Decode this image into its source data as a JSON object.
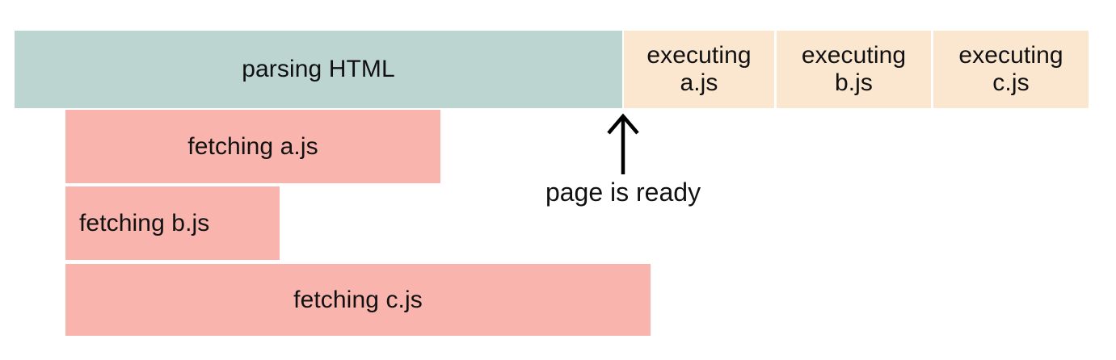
{
  "diagram": {
    "title_text": "",
    "colors": {
      "parsing": "#bcd5d0",
      "executing": "#fbe6d0",
      "fetching": "#f8b4ad",
      "text": "#111111",
      "background": "#ffffff",
      "arrow": "#000000"
    },
    "main_track": {
      "parsing_label": "parsing HTML",
      "executing_segments": [
        {
          "label": "executing\na.js"
        },
        {
          "label": "executing\nb.js"
        },
        {
          "label": "executing\nc.js"
        }
      ]
    },
    "fetch_tracks": [
      {
        "label": "fetching a.js"
      },
      {
        "label": "fetching b.js"
      },
      {
        "label": "fetching c.js"
      }
    ],
    "annotation": {
      "label": "page is ready",
      "arrow_icon": "arrow-up-icon",
      "arrow_direction": "up"
    }
  }
}
